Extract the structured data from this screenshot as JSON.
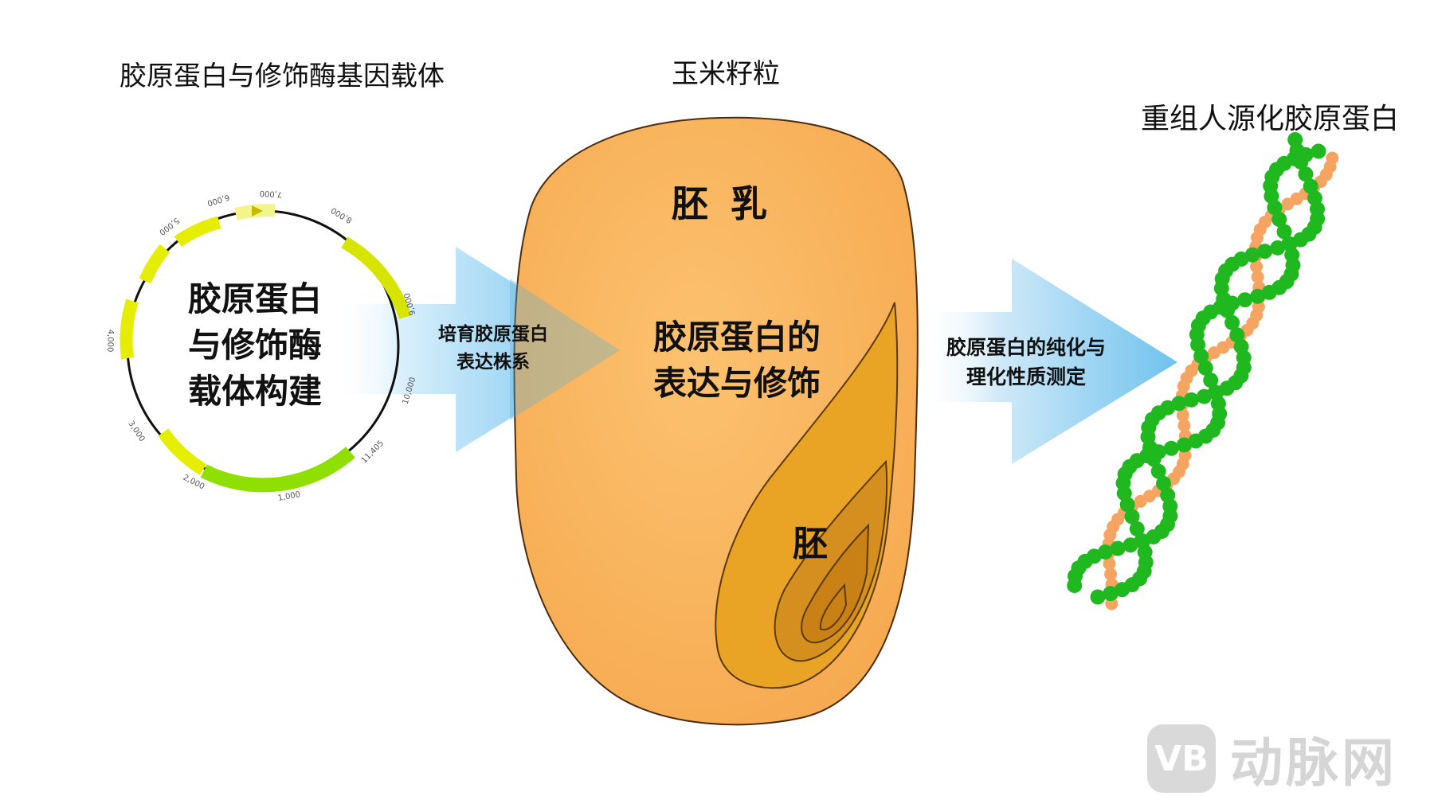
{
  "titles": {
    "vector": "胶原蛋白与修饰酶基因载体",
    "kernel": "玉米籽粒",
    "product": "重组人源化胶原蛋白"
  },
  "plasmid": {
    "lines": [
      "胶原蛋白",
      "与修饰酶",
      "载体构建"
    ],
    "tick_labels": [
      "1,000",
      "2,000",
      "3,000",
      "4,000",
      "5,000",
      "6,000",
      "7,000",
      "8,000",
      "9,000",
      "10,000",
      "11,405"
    ]
  },
  "arrow1": {
    "lines": [
      "培育胶原蛋白",
      "表达株系"
    ]
  },
  "kernel": {
    "endosperm": "胚 乳",
    "expression_lines": [
      "胶原蛋白的",
      "表达与修饰"
    ],
    "embryo": "胚"
  },
  "arrow2": {
    "lines": [
      "胶原蛋白的纯化与",
      "理化性质测定"
    ]
  },
  "watermark": {
    "logo": "VB",
    "text": "动脉网"
  },
  "colors": {
    "kernel_fill": "#fbb865",
    "embryo_fill": "#e8a420",
    "arrow_blue": "#7cc6ee",
    "plasmid_yellow": "#e6f000",
    "plasmid_green": "#8ee000",
    "helix_green": "#1fb81f",
    "helix_orange": "#f5a462"
  }
}
